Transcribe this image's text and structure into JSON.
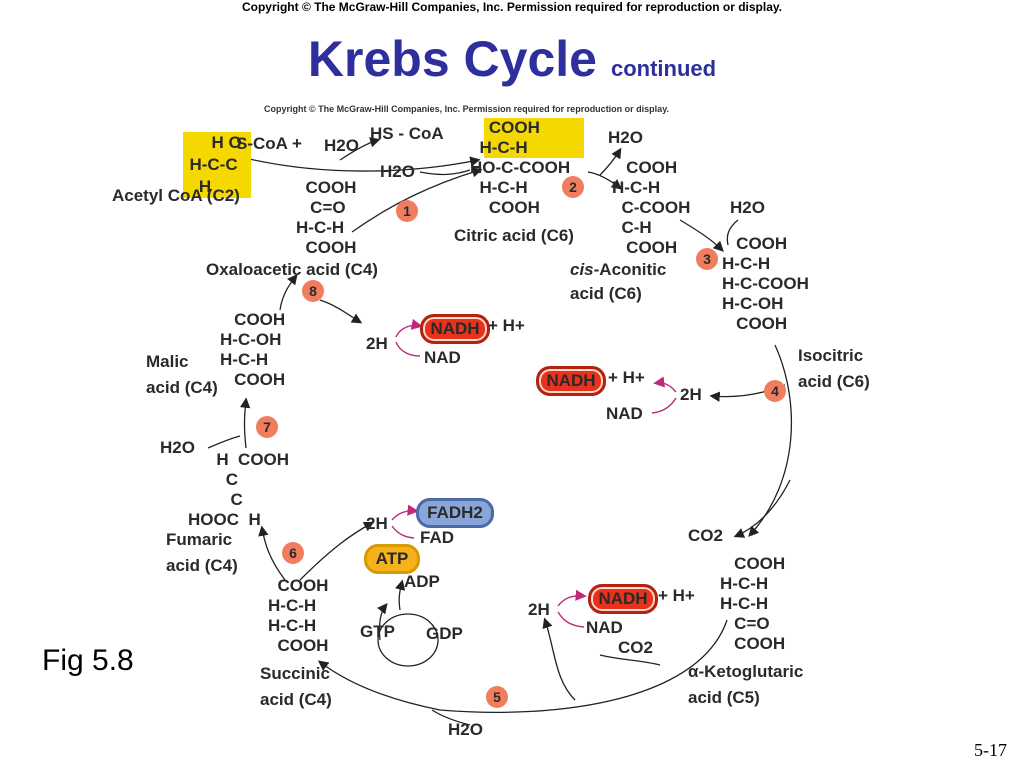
{
  "header": {
    "copyright": "Copyright © The McGraw-Hill Companies, Inc. Permission required for reproduction or display.",
    "title": "Krebs Cycle",
    "subtitle": "continued",
    "figure_copyright": "Copyright © The McGraw-Hill Companies, Inc. Permission required for reproduction or display."
  },
  "molecules": {
    "acetyl_coa": {
      "struct": "H O\nH-C-C S-CoA +\nH",
      "label": "Acetyl CoA (C2)"
    },
    "hs_coa": "HS - CoA",
    "water_top": "H2O",
    "water_mid": "H2O",
    "oxaloacetic": {
      "struct": "COOH\nC=O\nH-C-H\nCOOH",
      "label": "Oxaloacetic acid (C4)"
    },
    "citric": {
      "struct": "COOH\nH-C-H\nHO-C-COOH\nH-C-H\nCOOH",
      "label": "Citric acid (C6)"
    },
    "water_citric": "H2O",
    "cis_aconitic": {
      "struct": "COOH\nH-C-H\nC-COOH\nC-H\nCOOH",
      "label_italic": "cis",
      "label_rest": "-Aconitic",
      "label_2": "acid (C6)"
    },
    "water_aconitic": "H2O",
    "isocitric": {
      "struct": "COOH\nH-C-H\nH-C-COOH\nH-C-OH\nCOOH",
      "label": "Isocitric",
      "label_2": "acid (C6)"
    },
    "malic": {
      "struct": "COOH\nH-C-OH\nH-C-H\nCOOH",
      "label": "Malic",
      "label_2": "acid (C4)"
    },
    "fumaric": {
      "struct": "H  COOH\nC\nC\nHOOC  H",
      "label": "Fumaric",
      "label_2": "acid (C4)"
    },
    "water_fumaric": "H2O",
    "succinic": {
      "struct": "COOH\nH-C-H\nH-C-H\nCOOH",
      "label": "Succinic",
      "label_2": "acid (C4)"
    },
    "ketoglutaric": {
      "struct": "COOH\nH-C-H\nH-C-H\nC=O\nCOOH",
      "label": "α-Ketoglutaric",
      "label_2": "acid (C5)"
    },
    "co2_a": "CO2",
    "co2_b": "CO2",
    "water_bottom": "H2O"
  },
  "cofactors": {
    "nadh_label": "NADH",
    "h_plus": "+ H+",
    "two_h": "2H",
    "nad": "NAD",
    "fadh2": "FADH2",
    "fad": "FAD",
    "atp": "ATP",
    "adp": "ADP",
    "gtp": "GTP",
    "gdp": "GDP"
  },
  "steps": [
    "1",
    "2",
    "3",
    "4",
    "5",
    "6",
    "7",
    "8"
  ],
  "footer": {
    "fig_label": "Fig 5.8",
    "page": "5-17"
  },
  "colors": {
    "title": "#2e2e9c",
    "highlight": "#f5d800",
    "step": "#f07e5e",
    "nadh": "#e9321c",
    "fadh2": "#8aa6d9",
    "atp": "#f6b21a",
    "arrow_magenta": "#c0297a"
  }
}
